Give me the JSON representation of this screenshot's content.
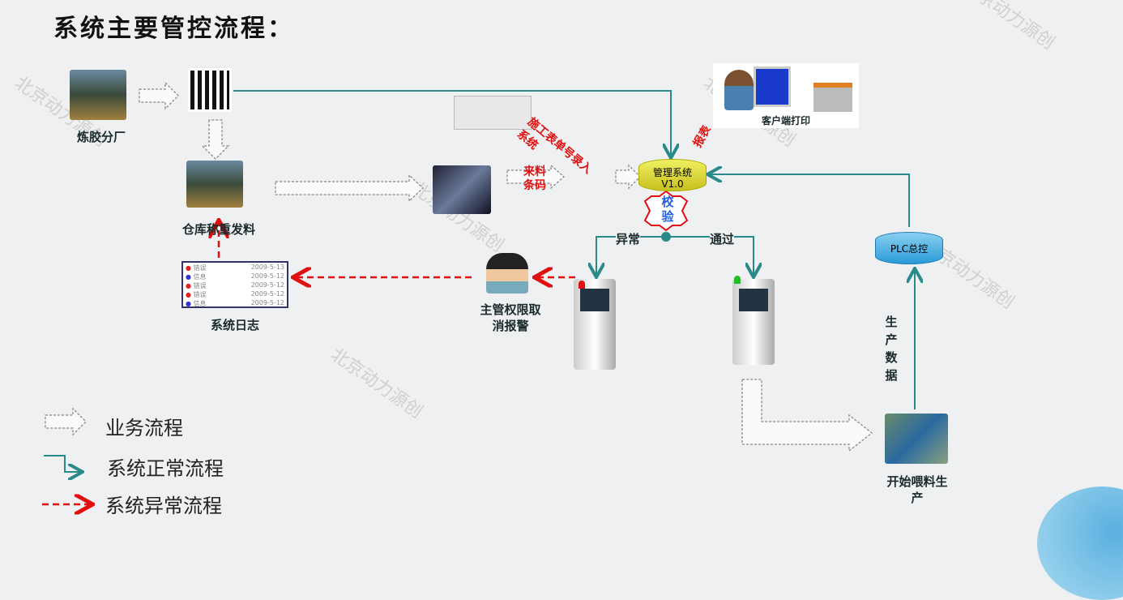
{
  "title": "系统主要管控流程：",
  "watermark": "北京动力源创",
  "nodes": {
    "rubber_factory": "炼胶分厂",
    "warehouse": "仓库称重发料",
    "system_log": "系统日志",
    "supervisor": "主管权限取消报警",
    "client_print": "客户端打印",
    "mgmt_system_line1": "管理系统",
    "mgmt_system_line2": "V1.0",
    "verify": "校验",
    "abnormal": "异常",
    "pass": "通过",
    "plc": "PLC总控",
    "production_data": "生产数据",
    "start_feeding": "开始喂料生产"
  },
  "edge_labels": {
    "work_order": "施工表单号录入系统",
    "incoming_barcode": "来料条码",
    "report": "报表"
  },
  "log_rows": [
    {
      "type": "错误",
      "date": "2009-5-13"
    },
    {
      "type": "信息",
      "date": "2009-5-12"
    },
    {
      "type": "错误",
      "date": "2009-5-12"
    },
    {
      "type": "错误",
      "date": "2009-5-12"
    },
    {
      "type": "信息",
      "date": "2009-5-12"
    }
  ],
  "legend": [
    {
      "label": "业务流程"
    },
    {
      "label": "系统正常流程"
    },
    {
      "label": "系统异常流程"
    }
  ],
  "colors": {
    "normal": "#2a8a8a",
    "abnormal": "#e01010",
    "business": "#888888"
  }
}
